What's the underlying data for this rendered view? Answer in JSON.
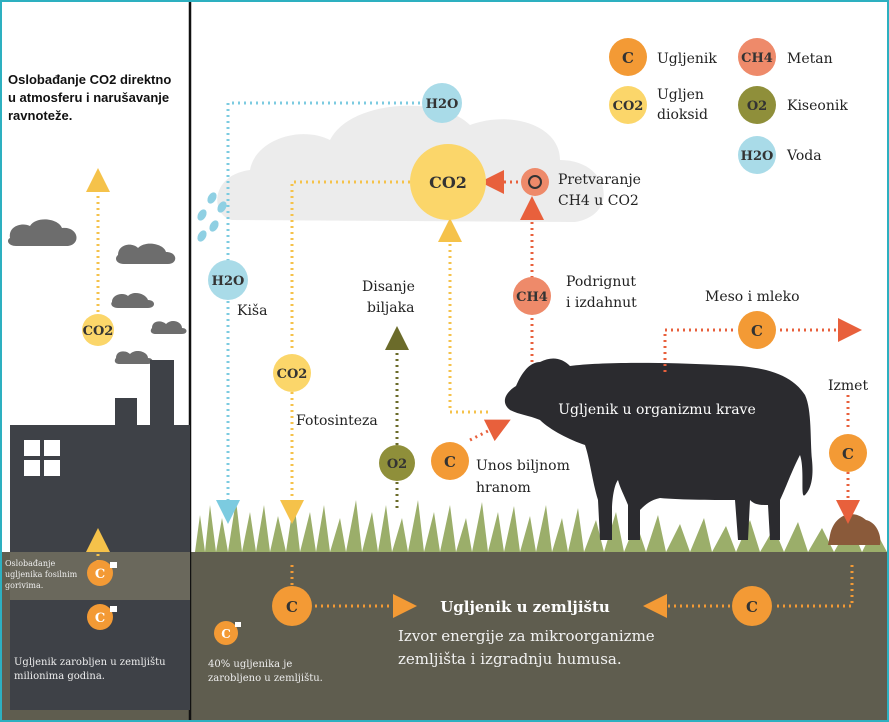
{
  "left_panel": {
    "heading": [
      "Oslobađanje CO2 direktno",
      "u atmosferu i narušavanje",
      "ravnoteže."
    ],
    "co2_label": "CO2",
    "fossil_release": [
      "Oslobađanje",
      "ugljenika fosilnim",
      "gorivima."
    ],
    "trapped_text": [
      "Ugljenik zarobljen u zemljištu",
      "milionima godina."
    ],
    "c_label": "C"
  },
  "legend": {
    "items": [
      {
        "symbol": "C",
        "label": [
          "Ugljenik"
        ],
        "color": "#f39a35"
      },
      {
        "symbol": "CO2",
        "label": [
          "Ugljen",
          "dioksid"
        ],
        "color": "#fbd66a"
      },
      {
        "symbol": "CH4",
        "label": [
          "Metan"
        ],
        "color": "#ee8a6a"
      },
      {
        "symbol": "O2",
        "label": [
          "Kiseonik"
        ],
        "color": "#8f8f3a"
      },
      {
        "symbol": "H2O",
        "label": [
          "Voda"
        ],
        "color": "#a9dbe8"
      }
    ]
  },
  "cycle": {
    "h2o_top": "H2O",
    "co2_center": "CO2",
    "conversion_label": [
      "Pretvaranje",
      "CH4 u CO2"
    ],
    "rain_h2o": "H2O",
    "rain_label": "Kiša",
    "photo_co2": "CO2",
    "photo_label": "Fotosinteza",
    "respiration_label": [
      "Disanje",
      "biljaka"
    ],
    "o2_label": "O2",
    "ch4_label": "CH4",
    "burp_label": [
      "Podrignut",
      "i izdahnut"
    ],
    "meat_label": "Meso i mleko",
    "manure_label": "Izmet",
    "food_intake": [
      "Unos biljnom",
      "hranom"
    ],
    "cow_label": "Ugljenik u organizmu krave",
    "c_label": "C"
  },
  "soil": {
    "title": "Ugljenik u zemljištu",
    "desc": [
      "Izvor energije za mikroorganizme",
      "zemljišta i izgradnju humusa."
    ],
    "locked_text": [
      "40% ugljenika je",
      "zarobljeno u zemljištu."
    ]
  },
  "colors": {
    "carbon": "#f39a35",
    "co2": "#fbd66a",
    "methane": "#ee8a6a",
    "oxygen": "#8f8f3a",
    "water": "#a9dbe8",
    "soil": "#5f5d4f",
    "factory": "#3e4147",
    "border": "#2db0c0"
  }
}
